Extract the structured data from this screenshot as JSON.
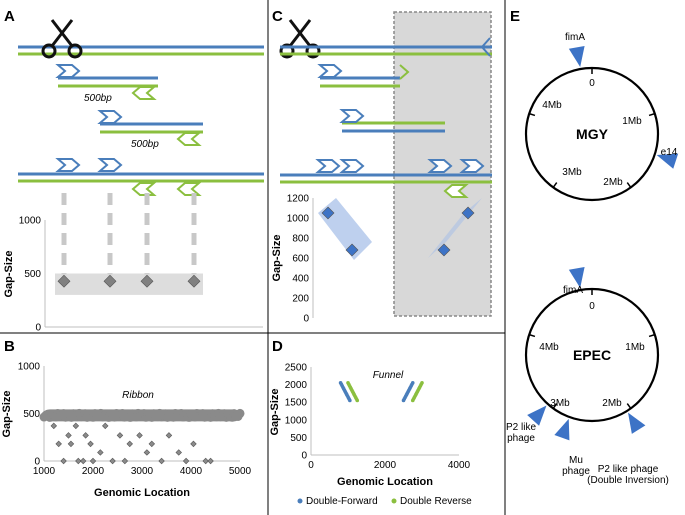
{
  "panels": {
    "a": {
      "letter": "A",
      "fragment_label_1": "500bp",
      "fragment_label_2": "500bp"
    },
    "b": {
      "letter": "B"
    },
    "c": {
      "letter": "C"
    },
    "d": {
      "letter": "D"
    },
    "e": {
      "letter": "E"
    }
  },
  "colors": {
    "forward": "#4a7ebb",
    "reverse": "#8bbf3f",
    "gray_points": "#7f7f7f",
    "marker_blue": "#3d73c6",
    "highlight": "#d9d9d9"
  },
  "icons": [
    "scissors-icon",
    "forward-arrow-icon",
    "reverse-arrow-icon",
    "insertion-triangle-icon"
  ],
  "chart_data": [
    {
      "id": "a",
      "type": "scatter",
      "ylabel": "Gap-Size",
      "ylim": [
        0,
        1000
      ],
      "yticks": [
        "0",
        "500",
        "1000"
      ],
      "points": [
        {
          "x": 1,
          "y": 400
        },
        {
          "x": 2,
          "y": 400
        },
        {
          "x": 3,
          "y": 400
        },
        {
          "x": 4,
          "y": 400
        }
      ],
      "band": [
        300,
        500
      ]
    },
    {
      "id": "b",
      "type": "scatter",
      "annotation": "Ribbon",
      "xlabel": "Genomic Location",
      "ylabel": "Gap-Size",
      "xlim": [
        1000,
        5000
      ],
      "ylim": [
        0,
        1000
      ],
      "xticks": [
        "1000",
        "2000",
        "3000",
        "4000",
        "5000"
      ],
      "yticks": [
        "0",
        "500",
        "1000"
      ],
      "ribbon": {
        "x_start": 1000,
        "x_end": 5000,
        "y_center": 480
      },
      "outliers": [
        {
          "x": 1200,
          "y": 370
        },
        {
          "x": 1300,
          "y": 180
        },
        {
          "x": 1400,
          "y": 0
        },
        {
          "x": 1500,
          "y": 270
        },
        {
          "x": 1550,
          "y": 180
        },
        {
          "x": 1650,
          "y": 370
        },
        {
          "x": 1700,
          "y": 0
        },
        {
          "x": 1800,
          "y": 0
        },
        {
          "x": 1850,
          "y": 270
        },
        {
          "x": 1950,
          "y": 180
        },
        {
          "x": 2000,
          "y": 0
        },
        {
          "x": 2150,
          "y": 90
        },
        {
          "x": 2250,
          "y": 370
        },
        {
          "x": 2400,
          "y": 0
        },
        {
          "x": 2550,
          "y": 270
        },
        {
          "x": 2650,
          "y": 0
        },
        {
          "x": 2750,
          "y": 180
        },
        {
          "x": 2950,
          "y": 270
        },
        {
          "x": 3100,
          "y": 90
        },
        {
          "x": 3200,
          "y": 180
        },
        {
          "x": 3400,
          "y": 0
        },
        {
          "x": 3550,
          "y": 270
        },
        {
          "x": 3750,
          "y": 90
        },
        {
          "x": 3900,
          "y": 0
        },
        {
          "x": 4050,
          "y": 180
        },
        {
          "x": 4300,
          "y": 0
        },
        {
          "x": 4400,
          "y": 0
        }
      ]
    },
    {
      "id": "c",
      "type": "scatter",
      "ylabel": "Gap-Size",
      "ylim": [
        0,
        1200
      ],
      "yticks": [
        "0",
        "200",
        "400",
        "600",
        "800",
        "1000",
        "1200"
      ],
      "points": [
        {
          "x": 1,
          "y": 1050
        },
        {
          "x": 2,
          "y": 680
        },
        {
          "x": 3,
          "y": 680
        },
        {
          "x": 4,
          "y": 1050
        }
      ]
    },
    {
      "id": "d",
      "type": "scatter",
      "annotation": "Funnel",
      "xlabel": "Genomic Location",
      "ylabel": "Gap-Size",
      "xlim": [
        0,
        4000
      ],
      "ylim": [
        0,
        2500
      ],
      "xticks": [
        "0",
        "2000",
        "4000"
      ],
      "yticks": [
        "0",
        "500",
        "1000",
        "1500",
        "2000",
        "2500"
      ],
      "legend": [
        "Double-Forward",
        "Double Reverse"
      ],
      "series": [
        {
          "name": "Double-Forward",
          "segments": [
            [
              800,
              2050,
              1050,
              1550
            ],
            [
              2500,
              1550,
              2750,
              2050
            ]
          ]
        },
        {
          "name": "Double Reverse",
          "segments": [
            [
              1000,
              2050,
              1250,
              1550
            ],
            [
              2750,
              1550,
              3000,
              2050
            ]
          ]
        }
      ]
    }
  ],
  "genome_maps": [
    {
      "name": "MGY",
      "ticks": [
        "0",
        "1Mb",
        "2Mb",
        "3Mb",
        "4Mb"
      ],
      "insertions": [
        {
          "label": "fimA",
          "angle": -10
        },
        {
          "label": "e14",
          "angle": 108
        }
      ]
    },
    {
      "name": "EPEC",
      "ticks": [
        "0",
        "1Mb",
        "2Mb",
        "3Mb",
        "4Mb"
      ],
      "insertions": [
        {
          "label": "fimA",
          "angle": -10
        },
        {
          "label": "P2 like phage (Double Inversion)",
          "label_lines": [
            "P2 like phage",
            "(Double Inversion)"
          ],
          "angle": 148
        },
        {
          "label": "Mu phage",
          "label_lines": [
            "Mu",
            "phage"
          ],
          "angle": 200
        },
        {
          "label": "P2 like phage",
          "label_lines": [
            "P2 like",
            "phage"
          ],
          "angle": 222
        }
      ]
    }
  ]
}
